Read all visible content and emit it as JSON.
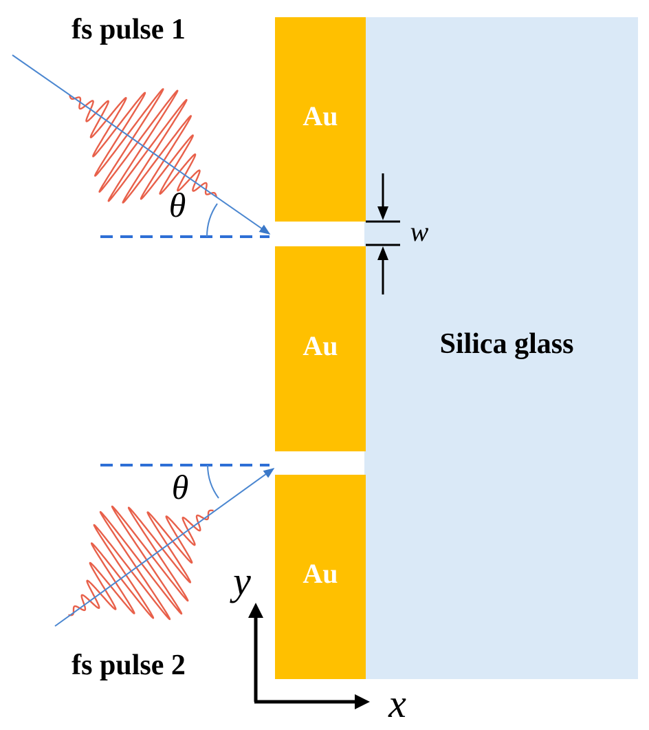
{
  "labels": {
    "pulse1": "fs pulse 1",
    "pulse2": "fs pulse 2",
    "au_top": "Au",
    "au_middle": "Au",
    "au_bottom": "Au",
    "silica": "Silica glass",
    "theta_top": "θ",
    "theta_bottom": "θ",
    "gap_width": "w",
    "axis_y": "y",
    "axis_x": "x"
  },
  "colors": {
    "gold": "#FFC000",
    "silica": "#DAE9F7",
    "beam": "#4A86D0",
    "dashed": "#2E6FD6",
    "pulse": "#E8604A",
    "text_white": "#FFFFFF",
    "text_dark": "#000000"
  }
}
